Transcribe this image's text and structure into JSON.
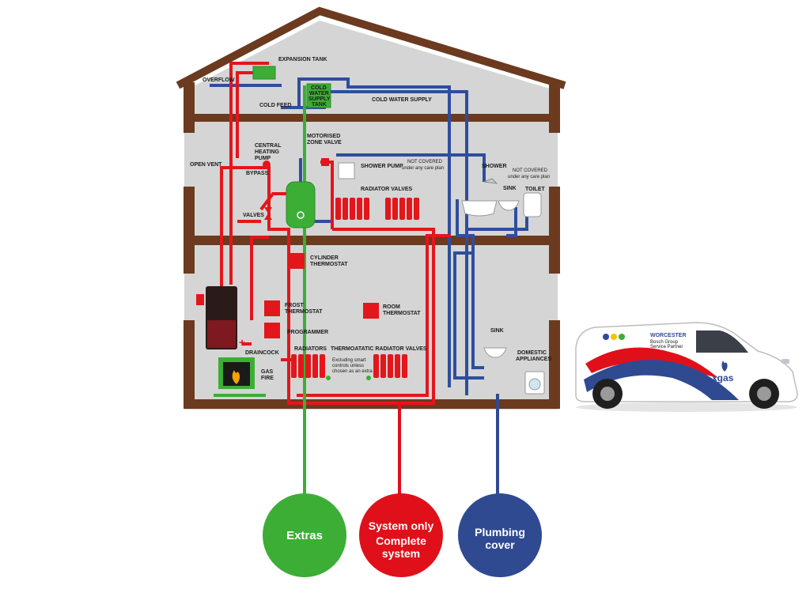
{
  "labels": {
    "expansion_tank": "EXPANSION TANK",
    "overflow": "OVERFLOW",
    "cold_water_supply_tank_1": "COLD",
    "cold_water_supply_tank_2": "WATER",
    "cold_water_supply_tank_3": "SUPPLY",
    "cold_water_supply_tank_4": "TANK",
    "cold_feed": "COLD FEED",
    "cold_water_supply": "COLD WATER SUPPLY",
    "motorised_zone_valve_1": "MOTORISED",
    "motorised_zone_valve_2": "ZONE VALVE",
    "central_heating_pump_1": "CENTRAL",
    "central_heating_pump_2": "HEATING",
    "central_heating_pump_3": "PUMP",
    "open_vent": "OPEN VENT",
    "bypass": "BYPASS",
    "shower_pump": "SHOWER PUMP",
    "shower_pump_note_1": "NOT COVERED",
    "shower_pump_note_2": "under any care plan",
    "shower": "SHOWER",
    "shower_note_1": "NOT COVERED",
    "shower_note_2": "under any care plan",
    "sink_upper": "SINK",
    "toilet": "TOILET",
    "radiator_valves": "RADIATOR VALVES",
    "valves": "VALVES",
    "cylinder_thermostat_1": "CYLINDER",
    "cylinder_thermostat_2": "THERMOSTAT",
    "frost_thermostat_1": "FROST",
    "frost_thermostat_2": "THERMOSTAT",
    "room_thermostat_1": "ROOM",
    "room_thermostat_2": "THERMOSTAT",
    "programmer": "PROGRAMMER",
    "draincock": "DRAINCOCK",
    "radiators": "RADIATORS",
    "thermostatic_radiator_valves": "THERMOATATIC RADIATOR VALVES",
    "smart_note_1": "Excluding smart",
    "smart_note_2": "controls unless",
    "smart_note_3": "chosen as an extra",
    "gas_fire_1": "GAS",
    "gas_fire_2": "FIRE",
    "sink_lower": "SINK",
    "domestic_appliances_1": "DOMESTIC",
    "domestic_appliances_2": "APPLIANCES"
  },
  "legend": {
    "extras": "Extras",
    "system_only": "System only",
    "complete_1": "Complete",
    "complete_2": "system",
    "plumbing_1": "Plumbing",
    "plumbing_2": "cover"
  },
  "van": {
    "brand": "WORCESTER",
    "partner_1": "Bosch Group",
    "partner_2": "Service Partner",
    "company": "xgas"
  },
  "colors": {
    "house_wall": "#6b3a1f",
    "interior": "#d5d5d5",
    "heating_red": "#e3161c",
    "water_blue": "#2e4e9e",
    "extras_green": "#3cae35",
    "system_red": "#e0101a",
    "plumbing_blue": "#2f4a91"
  }
}
